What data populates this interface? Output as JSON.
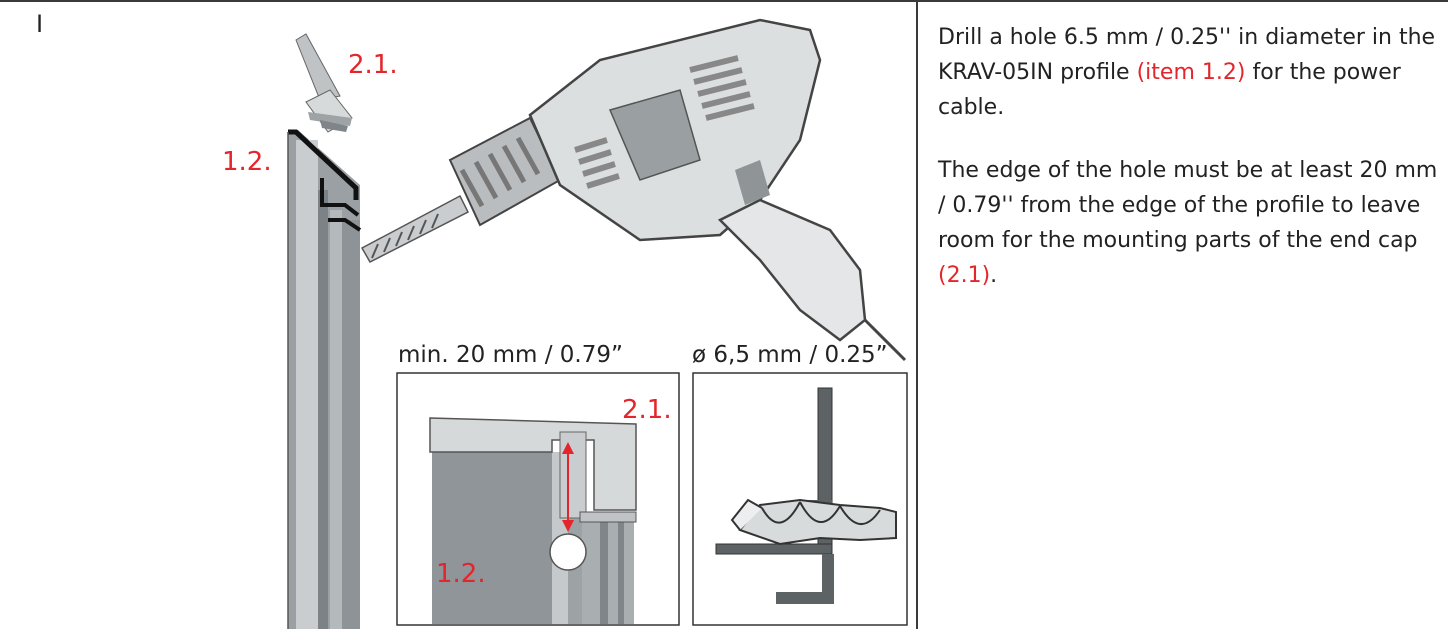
{
  "step": {
    "marker": "I"
  },
  "illustration": {
    "end_cap_label": "2.1.",
    "profile_label": "1.2.",
    "detail_left_caption": "min. 20 mm / 0.79”",
    "detail_right_caption": "ø 6,5 mm / 0.25”",
    "detail_end_cap_label": "2.1.",
    "detail_profile_label": "1.2."
  },
  "instructions": {
    "p1_text_a": "Drill a hole 6.5 mm / 0.25'' in diameter in the KRAV-05IN profile ",
    "p1_ref": "(item 1.2)",
    "p1_text_b": " for the power cable.",
    "p2_text_a": "The edge of the hole must be at least 20 mm / 0.79'' from the edge of the profile to leave room for the mounting parts of the end cap ",
    "p2_ref": "(2.1)",
    "p2_text_b": "."
  },
  "colors": {
    "accent_red": "#e3262b",
    "text_dark": "#222222",
    "rule": "#3a3a3a"
  }
}
